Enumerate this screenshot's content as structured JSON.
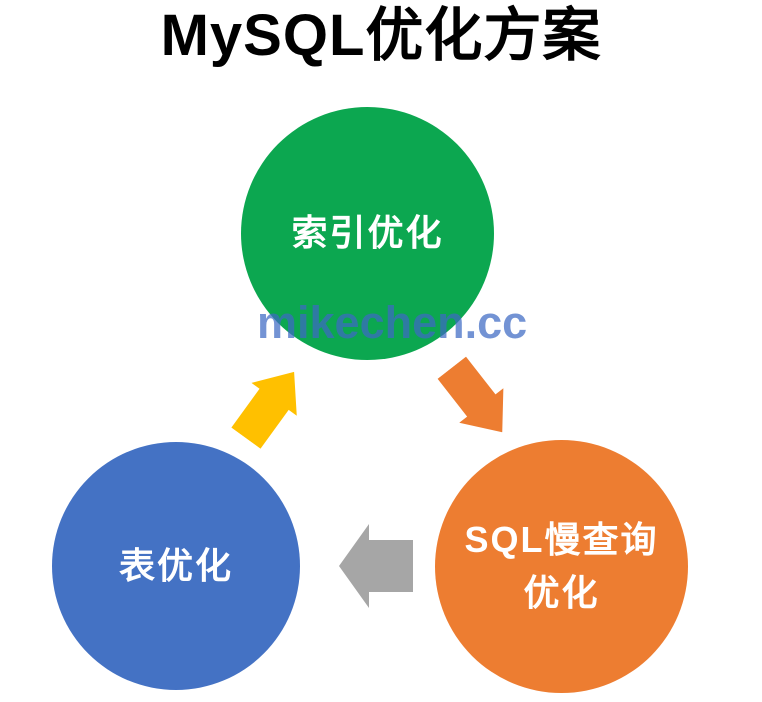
{
  "title": "MySQL优化方案",
  "watermark": {
    "text": "mikechen.cc",
    "color": "rgba(61,105,195,0.72)"
  },
  "diagram": {
    "type": "cycle-diagram",
    "nodes": [
      {
        "id": "index-optimization",
        "label": "索引优化",
        "color": "#0ca750"
      },
      {
        "id": "table-optimization",
        "label": "表优化",
        "color": "#4472c4"
      },
      {
        "id": "slow-query-optimization",
        "label": "SQL慢查询\n优化",
        "color": "#ed7d31"
      }
    ],
    "arrows": [
      {
        "id": "index-to-slowquery",
        "direction": "down-right",
        "color": "#ed7d31"
      },
      {
        "id": "slowquery-to-table",
        "direction": "left",
        "color": "#a6a6a6"
      },
      {
        "id": "table-to-index",
        "direction": "up-right",
        "color": "#ffc000"
      }
    ]
  }
}
